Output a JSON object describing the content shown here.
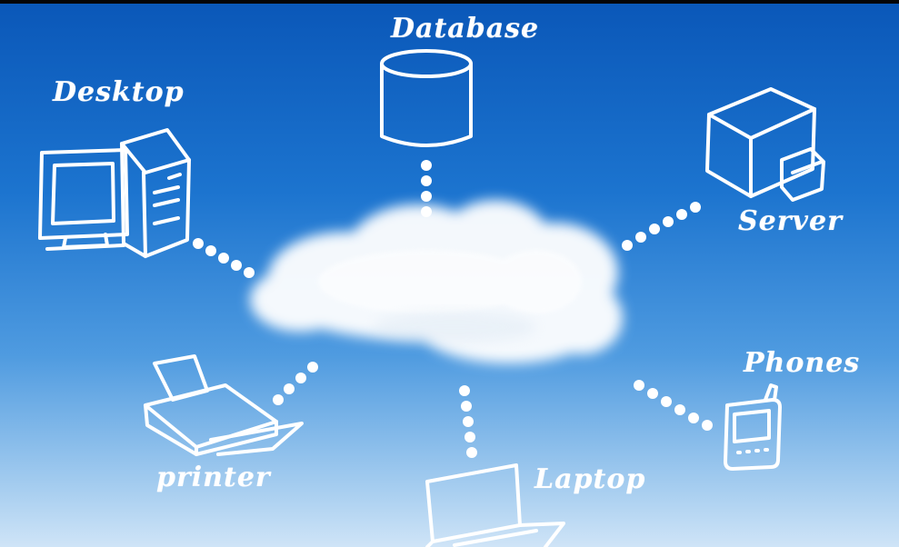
{
  "nodes": {
    "database": "Database",
    "desktop": "Desktop",
    "server": "Server",
    "phones": "Phones",
    "printer": "printer",
    "laptop": "Laptop"
  },
  "colors": {
    "sky_top": "#0a57b8",
    "sky_bottom": "#cfe4f7",
    "sketch": "#ffffff"
  },
  "icons": [
    "database-icon",
    "desktop-icon",
    "server-icon",
    "phone-icon",
    "printer-icon",
    "laptop-icon",
    "cloud-icon"
  ]
}
